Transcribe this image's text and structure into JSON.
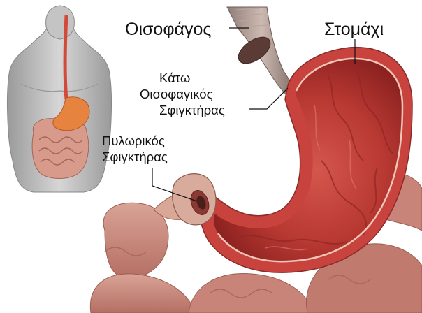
{
  "labels": {
    "esophagus": "Οισοφάγος",
    "stomach": "Στομάχι",
    "les": [
      "Κάτω",
      "Οισοφαγικός",
      "Σφιγκτήρας"
    ],
    "pyloric": [
      "Πυλωρικός",
      "Σφιγκτήρας"
    ]
  },
  "colors": {
    "stomach_outer": "#c8423e",
    "stomach_inner": "#b53733",
    "intestines": "#c98b7e",
    "body": "#c9c9c9",
    "small_stomach": "#e6833f"
  }
}
